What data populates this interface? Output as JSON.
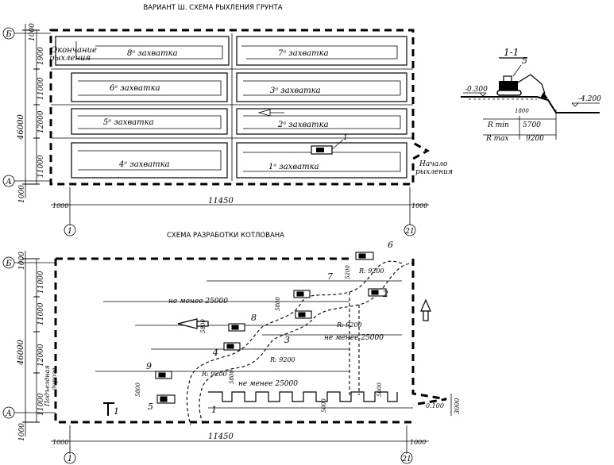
{
  "title_top": "ВАРИАНТ Ш. СХЕМА РЫХЛЕНИЯ ГРУНТА",
  "title_bottom": "СХЕМА РАЗРАБОТКИ КОТЛОВАНА",
  "axes": {
    "A": "А",
    "B": "Б",
    "c1": "1",
    "c21": "21"
  },
  "top_scheme": {
    "left_dims": [
      "1000",
      "1900",
      "11000",
      "12000",
      "11000",
      "1000"
    ],
    "total_height": "46000",
    "bottom_dims": [
      "1000",
      "11450",
      "1000"
    ],
    "start_label": [
      "Начало",
      "рыхления"
    ],
    "end_label": [
      "Окончание",
      "рыхления"
    ],
    "zones": [
      "8ᵃ захватка",
      "7ᵃ захватка",
      "6ᵃ захватка",
      "3ᵃ захватка",
      "5ᵃ захватка",
      "2ᵃ захватка",
      "4ᵃ захватка",
      "1ᵃ захватка"
    ],
    "machine_num": "1"
  },
  "section": {
    "label": "1-1",
    "machine_num": "5",
    "level_left": "-0.300",
    "level_right": "-4.200",
    "r_min_label": "R min",
    "r_min_value": "5700",
    "r_max_label": "R max",
    "r_max_value": "9200",
    "small_dim": "1800"
  },
  "bottom_scheme": {
    "left_dims": [
      "1000",
      "11000",
      "11000",
      "12000",
      "11000",
      "1000"
    ],
    "total_height": "46000",
    "road_label": [
      "Подъездная",
      "дорога"
    ],
    "bottom_dims": [
      "1000",
      "11450",
      "1000"
    ],
    "right_small": [
      "3000",
      "0.100"
    ],
    "not_less": "не менее 25000",
    "radius": "R: 9200",
    "dim_5800": "5800",
    "dim_5200": "5200",
    "dim_5000": "5000",
    "machines": [
      "1",
      "2",
      "3",
      "4",
      "5",
      "6",
      "7",
      "8",
      "9"
    ]
  }
}
